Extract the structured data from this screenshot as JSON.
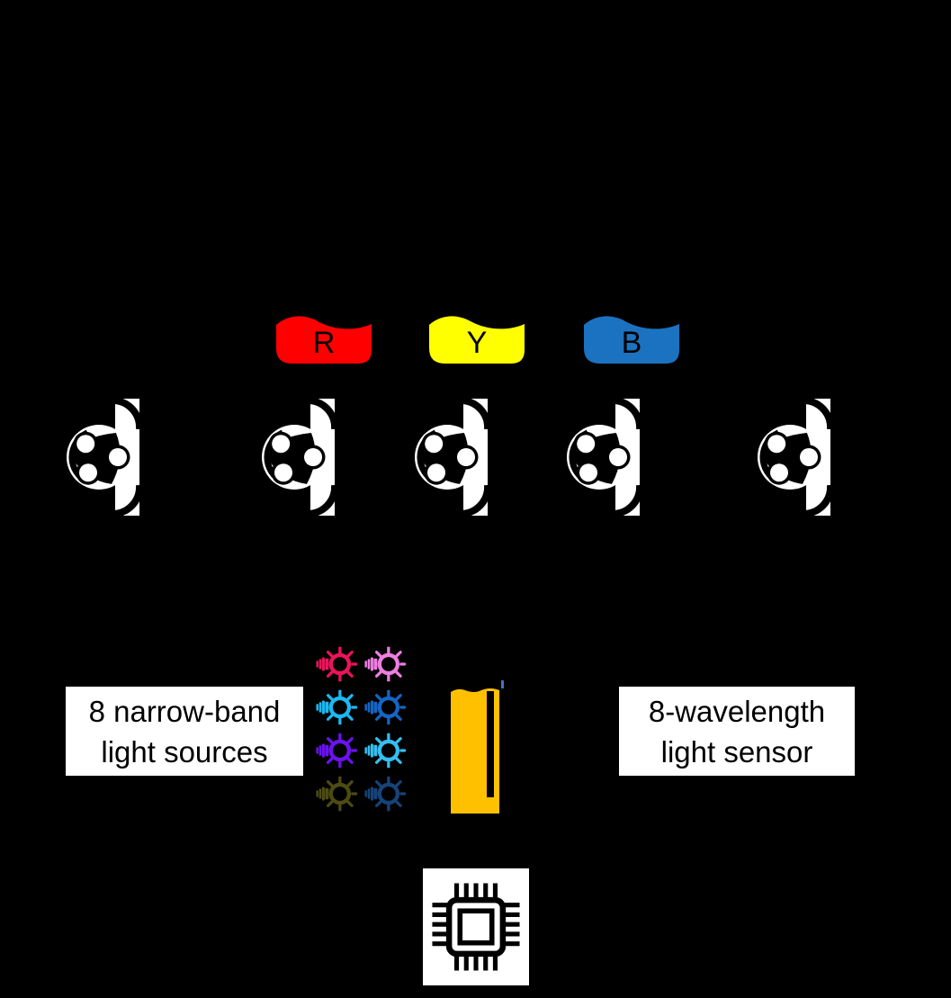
{
  "figure": {
    "background_color": "#000000"
  },
  "reservoirs": [
    {
      "label": "R",
      "color": "#FE0000"
    },
    {
      "label": "Y",
      "color": "#FFFF00"
    },
    {
      "label": "B",
      "color": "#1B72C0"
    }
  ],
  "pumps": {
    "count": 5,
    "icon": "peristaltic-pump-icon",
    "color": "#FFFFFF"
  },
  "light_sources": {
    "label_line1": "8 narrow-band",
    "label_line2": "light sources",
    "bulb_icon": "light-bulb-rays-icon",
    "colors": [
      "#ED135C",
      "#EE7EE0",
      "#1CB8F2",
      "#1565C4",
      "#6A12F0",
      "#35BEF0",
      "#4D4B12",
      "#164379"
    ]
  },
  "cuvette": {
    "liquid_color": "#FFC000",
    "tube_mark_color": "#4472C4"
  },
  "light_sensor": {
    "label_line1": "8-wavelength",
    "label_line2": "light sensor"
  },
  "controller": {
    "icon": "microchip-icon",
    "chip_color": "#000000",
    "background": "#FFFFFF"
  }
}
